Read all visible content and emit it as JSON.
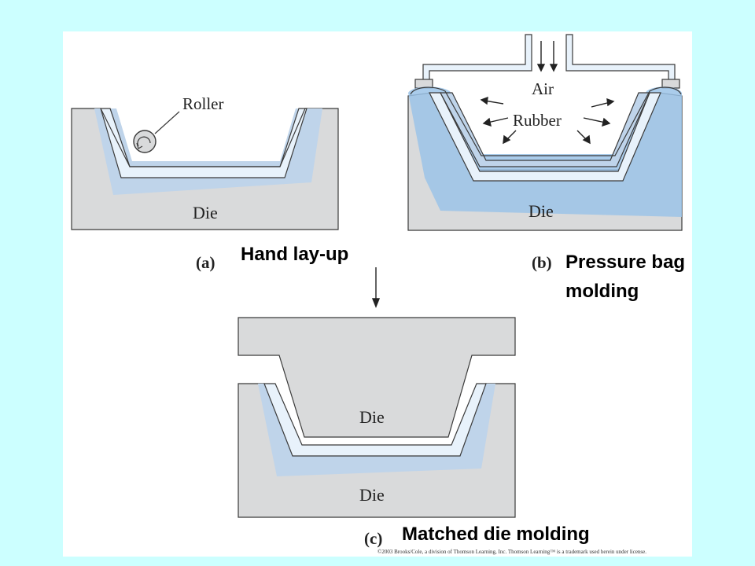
{
  "panel_a": {
    "letter": "(a)",
    "title": "Hand lay-up",
    "roller_label": "Roller",
    "die_label": "Die"
  },
  "panel_b": {
    "letter": "(b)",
    "title_line1": "Pressure bag",
    "title_line2": "molding",
    "air_label": "Air",
    "rubber_label": "Rubber",
    "die_label": "Die"
  },
  "panel_c": {
    "letter": "(c)",
    "title": "Matched die molding",
    "upper_die_label": "Die",
    "lower_die_label": "Die"
  },
  "copyright": "©2003 Brooks/Cole, a division of Thomson Learning, Inc.  Thomson Learning™ is a trademark used herein under license.",
  "colors": {
    "slide_background": "#ccffff",
    "figure_background": "#ffffff",
    "die_gray": "#d9dadb",
    "resin_blue": "#bfd4ea",
    "layer_light_blue": "#e8f2fb",
    "rubber_blue": "#9bc3e8",
    "outline": "#3a3a3a"
  }
}
